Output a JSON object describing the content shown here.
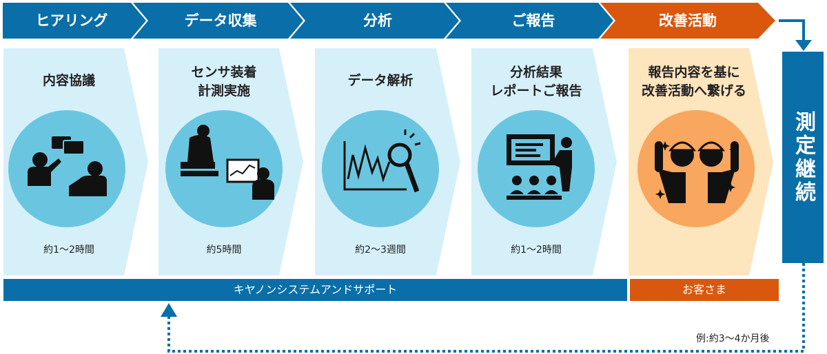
{
  "colors": {
    "blue": "#0a6fa8",
    "orange": "#d9580d",
    "panel_blue": "#d6f0fa",
    "panel_orange": "#fde5bd",
    "circle_blue": "#6ac6e0",
    "circle_orange": "#f9a65e"
  },
  "steps": [
    {
      "label": "ヒアリング",
      "title": "内容協議",
      "duration": "約1～2時間",
      "icon": "discussion-icon"
    },
    {
      "label": "データ収集",
      "title": "センサ装着\n計測実施",
      "duration": "約5時間",
      "icon": "measurement-icon"
    },
    {
      "label": "分析",
      "title": "データ解析",
      "duration": "約2～3週間",
      "icon": "analysis-icon"
    },
    {
      "label": "ご報告",
      "title": "分析結果\nレポートご報告",
      "duration": "約1～2時間",
      "icon": "presentation-icon"
    },
    {
      "label": "改善活動",
      "title": "報告内容を基に\n改善活動へ繋げる",
      "icon": "workers-celebrate-icon"
    }
  ],
  "bars": {
    "provider": "キヤノンシステムアンドサポート",
    "customer": "お客さま"
  },
  "continue_box": "測定継続",
  "cycle_note": "例:約3～4か月後"
}
